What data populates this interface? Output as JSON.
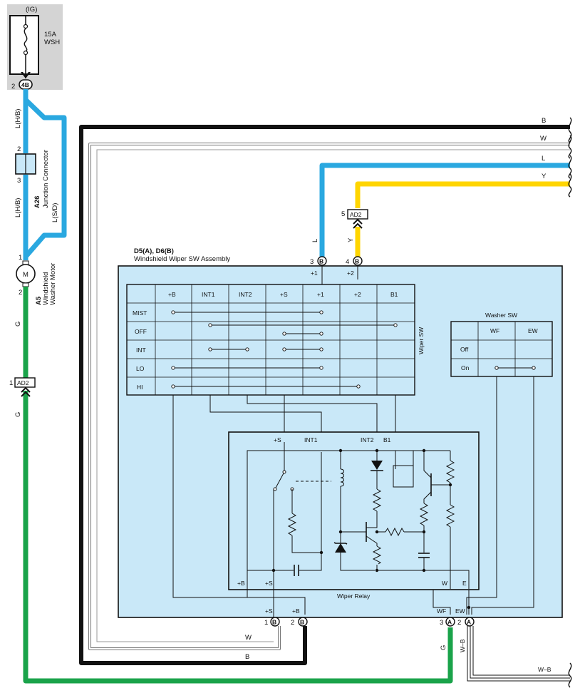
{
  "power": {
    "source": "(IG)",
    "fuse_amps": "15A",
    "fuse_name": "WSH"
  },
  "connectors": {
    "c4b": {
      "pin": "2",
      "code": "4B"
    },
    "ad2_left": {
      "pin": "1",
      "code": "AD2"
    },
    "ad2_top": {
      "pin": "5",
      "code": "AD2"
    }
  },
  "junction": {
    "code": "A26",
    "name": "Junction Connector",
    "pin_top": "2",
    "pin_bottom": "3",
    "wire_top": "L(H/B)",
    "wire_bottom": "L(H/B)",
    "wire_side": "L(S/D)"
  },
  "motor": {
    "code": "A5",
    "name_line1": "Windshield",
    "name_line2": "Washer Motor",
    "symbol": "M",
    "pin_top": "1",
    "pin_bottom": "2"
  },
  "wires_right": [
    "B",
    "W",
    "L",
    "Y"
  ],
  "wire_labels": {
    "g_upper": "G",
    "g_lower": "G",
    "g_bottom": "G",
    "l_vert": "L",
    "y_vert": "Y",
    "w_bottom": "W",
    "b_bottom": "B",
    "wb_vert": "W–B",
    "wb_right": "W–B"
  },
  "assembly": {
    "codes": "D5(A), D6(B)",
    "name": "Windshield Wiper SW Assembly"
  },
  "top_terminals": [
    {
      "pin": "3",
      "conn": "B",
      "label": "+1"
    },
    {
      "pin": "4",
      "conn": "B",
      "label": "+2"
    }
  ],
  "bottom_terminals": [
    {
      "pin": "1",
      "conn": "B",
      "label": "+S"
    },
    {
      "pin": "2",
      "conn": "B",
      "label": "+B"
    },
    {
      "pin": "3",
      "conn": "A",
      "label": "WF"
    },
    {
      "pin": "2",
      "conn": "A",
      "label": "EW"
    }
  ],
  "wiper_sw": {
    "title": "Wiper SW",
    "columns": [
      "+B",
      "INT1",
      "INT2",
      "+S",
      "+1",
      "+2",
      "B1"
    ],
    "rows": [
      "MIST",
      "OFF",
      "INT",
      "LO",
      "HI"
    ]
  },
  "washer_sw": {
    "title": "Washer SW",
    "columns": [
      "WF",
      "EW"
    ],
    "rows": [
      "Off",
      "On"
    ]
  },
  "relay": {
    "title": "Wiper Relay",
    "top_labels": [
      "+S",
      "INT1",
      "INT2",
      "B1"
    ],
    "bottom_labels": [
      "+B",
      "+S",
      "W",
      "E"
    ]
  },
  "colors": {
    "blue": "#2aa8e0",
    "green": "#1aa34a",
    "yellow": "#ffd500",
    "panel": "#c9e8f8",
    "fuse_box": "#d4d4d4"
  }
}
